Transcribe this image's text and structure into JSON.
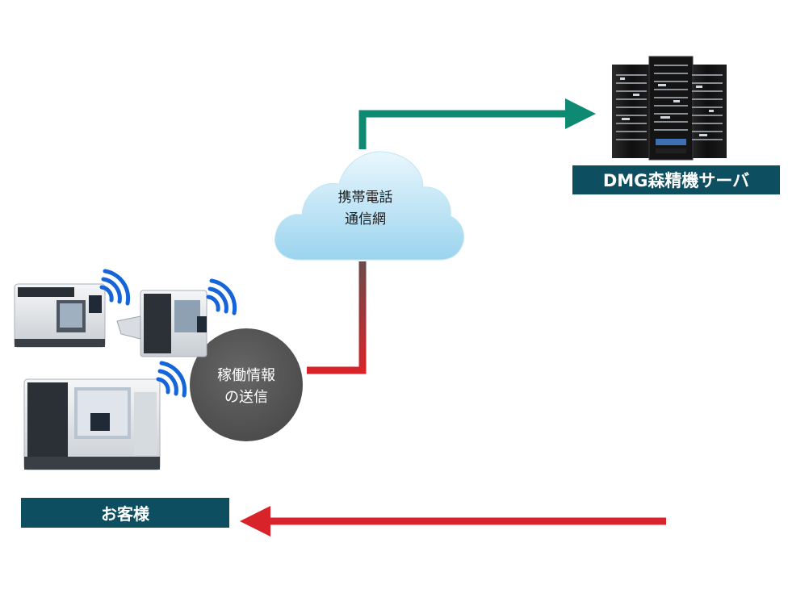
{
  "cloud": {
    "line1": "携帯電話",
    "line2": "通信網"
  },
  "transmit": {
    "line1": "稼働情報",
    "line2": "の送信"
  },
  "server": {
    "label": "DMG森精機サーバ"
  },
  "customer": {
    "label": "お客様"
  },
  "colors": {
    "label_bg": "#0d4f61",
    "arrow_green": "#0e8a73",
    "arrow_red": "#d8232a",
    "cloud_light": "#e6f6fd",
    "cloud_dark": "#9fd6ef",
    "circle": "#555555"
  },
  "icons": {
    "server": "server-rack-icon",
    "cloud": "cloud-icon",
    "wireless": "wifi-signal-icon",
    "machine": "cnc-machine-icon"
  }
}
